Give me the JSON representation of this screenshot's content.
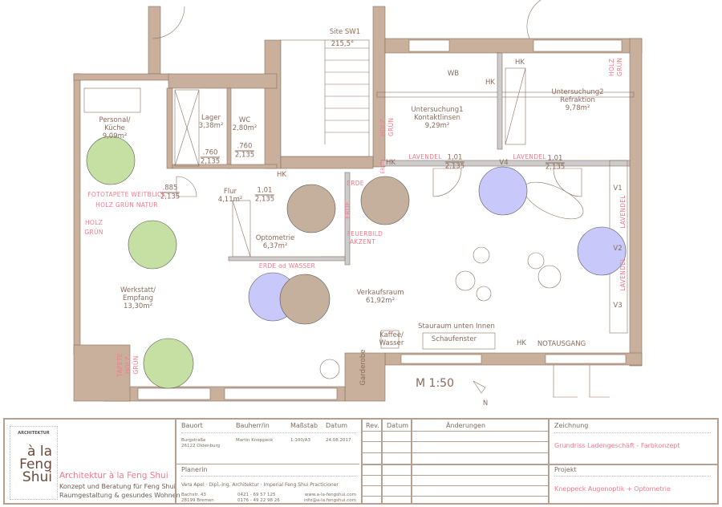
{
  "plan": {
    "site": "Site  SW1",
    "site_deg": "215,5°",
    "kueche": {
      "name": "Personal/",
      "name2": "Küche",
      "area": "9,09m²"
    },
    "lager": {
      "name": "Lager",
      "area": "3,38m²",
      "w": ".760",
      "h": "2,135"
    },
    "wc": {
      "name": "WC",
      "area": "2,80m²",
      "w": ".760",
      "h": "2,135"
    },
    "door885": {
      "w": ".885",
      "h": "2,135"
    },
    "flur": {
      "name": "Flur",
      "area": "4,11m²"
    },
    "door_opt": {
      "w": "1,01",
      "h": "2,135"
    },
    "optometrie": {
      "name": "Optometrie",
      "area": "6,37m²"
    },
    "hk1": "HK",
    "hk2": "HK",
    "hk3": "HK",
    "hk4": "HK",
    "hk5": "HK",
    "u1": {
      "name": "Untersuchung1",
      "name2": "Kontaktlinsen",
      "area": "9,29m²"
    },
    "u2": {
      "name": "Untersuchung2",
      "name2": "Refraktion",
      "area": "9,78m²"
    },
    "wb": "WB",
    "door_u1": {
      "w": "1,01",
      "h": "2,135"
    },
    "door_u2": {
      "w": "1,01",
      "h": "2,135"
    },
    "v1": "V1",
    "v2": "V2",
    "v3": "V3",
    "v4": "V4",
    "verkauf": {
      "name": "Verkaufsraum",
      "area": "61,92m²"
    },
    "werkstatt": {
      "name": "Werkstatt/",
      "name2": "Empfang",
      "area": "13,30m²"
    },
    "stauraum": "Stauraum unten Innen",
    "schaufenster": "Schaufenster",
    "kaffee": "Kaffee/",
    "wasser": "Wasser",
    "notausgang": "NOTAUSGANG",
    "garderobe": "Garderobe",
    "scale": "M 1:50",
    "north": "N"
  },
  "colors_notes": {
    "fototapete": "FOTOTAPETE WEITBLICK",
    "holz_gruen_natur": "HOLZ GRÜN NATUR",
    "holz": "HOLZ",
    "gruen": "GRÜN",
    "holz_gruen_u1": "HOLZ GRÜN",
    "holz_gruen_u2": "HOLZ GRÜN",
    "tapete_holz_gruen": "TAPETE HOLZ GRÜN",
    "lavendel1": "LAVENDEL",
    "lavendel2": "LAVENDEL",
    "lavendel3": "LAVENDEL",
    "lavendel4": "LAVENDEL",
    "erde1": "ERDE",
    "erde2": "ERDE",
    "erde3": "ERDE",
    "feuerbild": "FEUERBILD",
    "akzent": "AKZENT",
    "erde_wasser": "ERDE od WASSER"
  },
  "palette": {
    "wall": "#c8b09c",
    "green": "#c5e0a2",
    "lavender": "#c8c8fa",
    "earth": "#c4b09c",
    "accent": "#f07c8c"
  },
  "titleblock": {
    "logo": {
      "top": "ARCHITEKTUR",
      "l1": "à la",
      "l2": "Feng",
      "l3": "Shui"
    },
    "firm": "Architektur à la Feng Shui",
    "tag1": "Konzept und Beratung für Feng Shui",
    "tag2": "Raumgestaltung & gesundes Wohnen",
    "bauort_h": "Bauort",
    "bauherr_h": "Bauherr/in",
    "massstab_h": "Maßstab",
    "datum_h": "Datum",
    "bauort1": "Burgstraße",
    "bauort2": "26122 Oldenburg",
    "bauherr": "Martin Kneppeck",
    "massstab": "1:100/A3",
    "datum": "24.08.2017",
    "planerin_h": "Planerin",
    "planerin": "Vera Apel  ·  Dipl.-Ing. Architektur  ·  Imperial Feng Shui Practicioner",
    "addr1": "Bachstr. 43",
    "addr2": "28199 Bremen",
    "tel1": "0421 - 69 57 125",
    "tel2": "0176 - 49 22 98 26",
    "web": "www.a-la-fengshui.com",
    "mail": "info@a-la.fengshui.com",
    "rev_h": "Rev.",
    "rdatum_h": "Datum",
    "aend_h": "Änderungen",
    "zeichnung_h": "Zeichnung",
    "zeichnung": "Grundriss Ladengeschäft - Farbkonzept",
    "projekt_h": "Projekt",
    "projekt": "Kneppeck Augenoptik + Optometrie"
  }
}
